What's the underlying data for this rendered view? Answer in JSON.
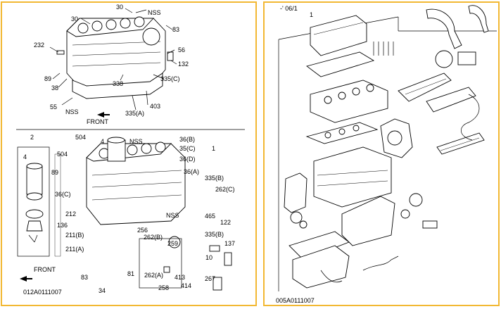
{
  "left": {
    "top_diagram": {
      "labels": [
        "30",
        "30",
        "NSS",
        "83",
        "232",
        "56",
        "132",
        "89",
        "38",
        "338",
        "335(C)",
        "55",
        "NSS",
        "335(A)",
        "403"
      ],
      "front_label": "FRONT"
    },
    "bottom_diagram": {
      "labels": [
        "2",
        "504",
        "4",
        "NSS",
        "36(B)",
        "504",
        "35(C)",
        "1",
        "36(D)",
        "89",
        "36(A)",
        "4",
        "335(B)",
        "36(C)",
        "262(C)",
        "212",
        "465",
        "NSS",
        "122",
        "136",
        "256",
        "211(B)",
        "262(B)",
        "335(B)",
        "211(A)",
        "259",
        "137",
        "10",
        "83",
        "81",
        "262(A)",
        "413",
        "267",
        "34",
        "258",
        "414"
      ],
      "front_label": "FRONT",
      "code": "012A0111007"
    }
  },
  "right": {
    "header": "-' 06/1",
    "part_number_1": "1",
    "code": "005A0111007"
  }
}
